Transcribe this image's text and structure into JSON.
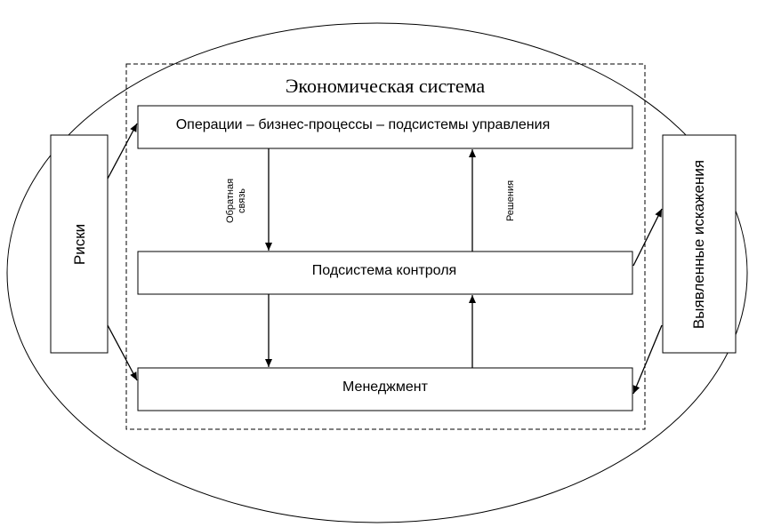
{
  "system": {
    "title": "Экономическая система"
  },
  "boxes": {
    "operations": "Операции – бизнес-процессы – подсистемы управления",
    "control": "Подсистема контроля",
    "management": "Менеджмент"
  },
  "side": {
    "risks": "Риски",
    "distortions": "Выявленные искажения"
  },
  "links": {
    "feedback_line1": "Обратная",
    "feedback_line2": "связь",
    "decisions": "Решения"
  }
}
